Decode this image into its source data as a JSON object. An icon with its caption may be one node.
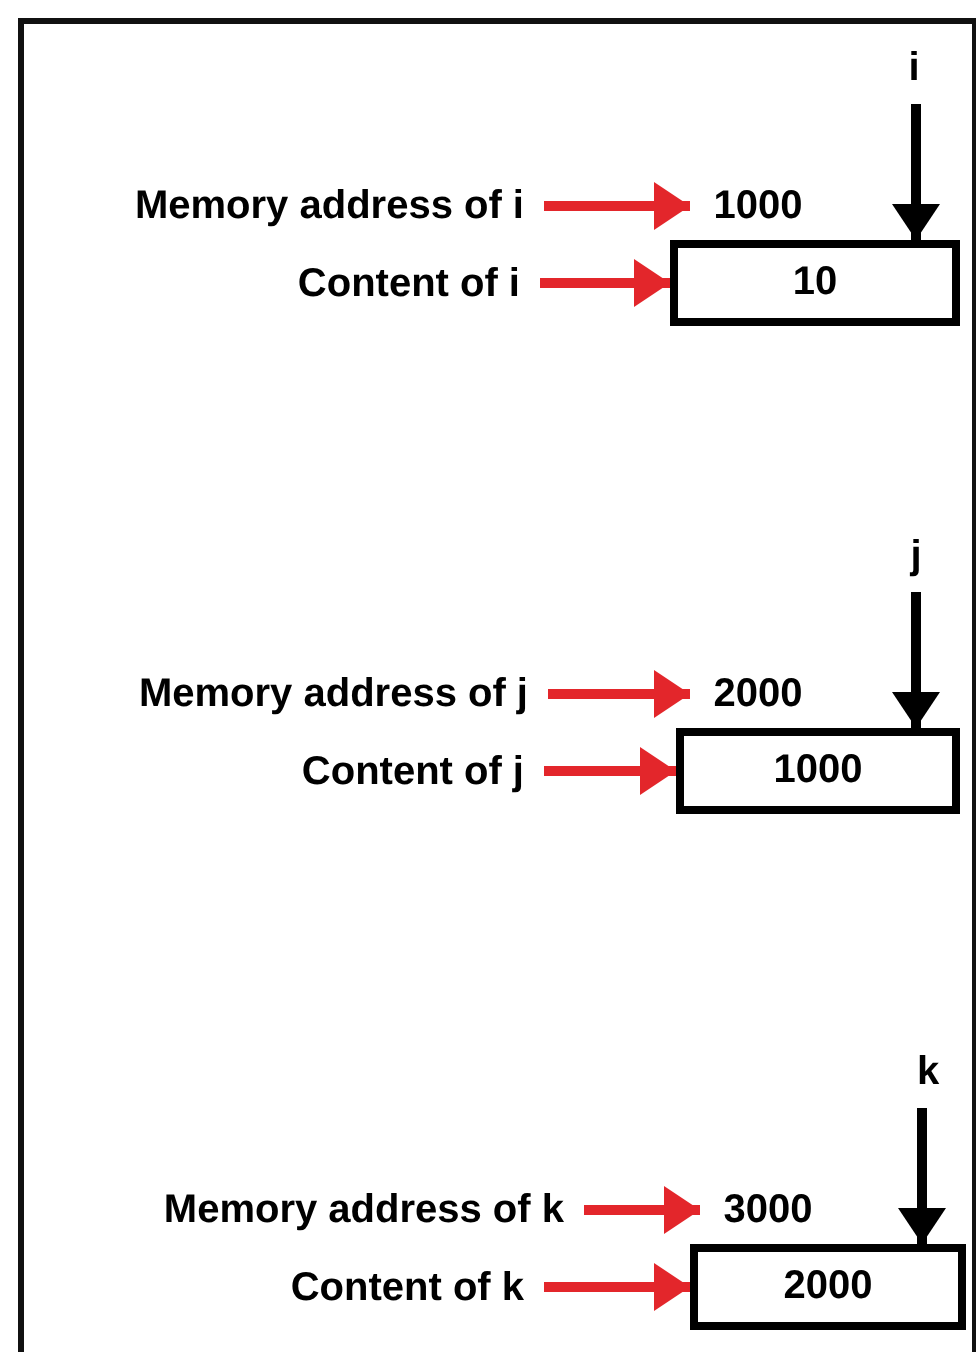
{
  "diagram": {
    "nodes": [
      {
        "text": [
          "i"
        ]
      },
      {
        "text": [
          "Memory address of i"
        ]
      },
      {
        "text": [
          "1000"
        ]
      },
      {
        "text": [
          "Content of i"
        ]
      },
      {
        "text": [
          "10"
        ]
      },
      {
        "text": [
          "j"
        ]
      },
      {
        "text": [
          "Memory address of j"
        ]
      },
      {
        "text": [
          "2000"
        ]
      },
      {
        "text": [
          "Content of j"
        ]
      },
      {
        "text": [
          "1000"
        ]
      },
      {
        "text": [
          "k"
        ]
      },
      {
        "text": [
          "Memory address of k"
        ]
      },
      {
        "text": [
          "3000"
        ]
      },
      {
        "text": [
          "Content of k"
        ]
      },
      {
        "text": [
          "2000"
        ]
      }
    ],
    "edges": [
      {
        "from": 0,
        "to": 4,
        "arrow": "to",
        "color": "#000000"
      },
      {
        "from": 1,
        "to": 2,
        "arrow": "to"
      },
      {
        "from": 3,
        "to": 4,
        "arrow": "to"
      },
      {
        "from": 5,
        "to": 9,
        "arrow": "to",
        "color": "#000000"
      },
      {
        "from": 6,
        "to": 7,
        "arrow": "to"
      },
      {
        "from": 8,
        "to": 9,
        "arrow": "to"
      },
      {
        "from": 10,
        "to": 14,
        "arrow": "to",
        "color": "#000000"
      },
      {
        "from": 11,
        "to": 12,
        "arrow": "to"
      },
      {
        "from": 13,
        "to": 14,
        "arrow": "to"
      }
    ]
  }
}
